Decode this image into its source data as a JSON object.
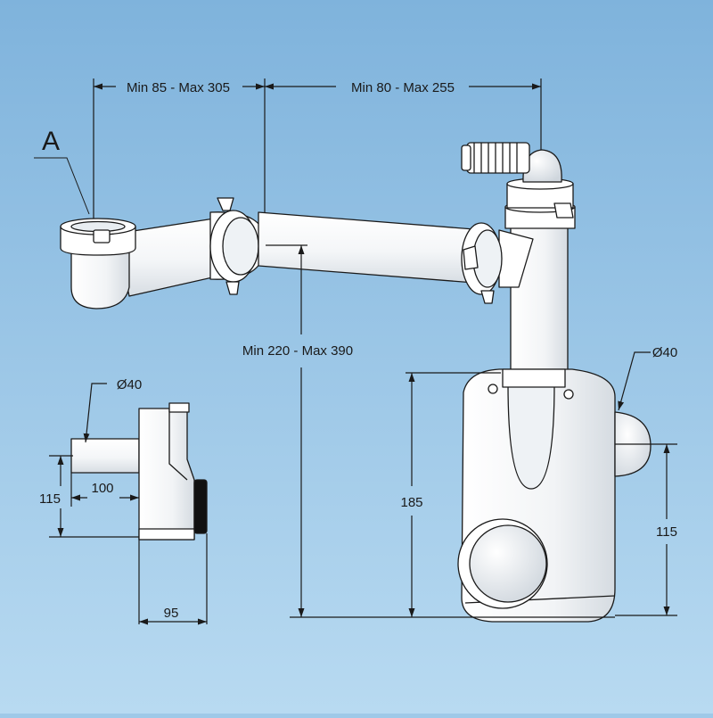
{
  "diagram": {
    "top_dimension_left": "Min 85 - Max 305",
    "top_dimension_right": "Min 80 - Max 255",
    "height_range": "Min 220 - Max 390",
    "height_185": "185",
    "height_115_right": "115",
    "diameter_right": "Ø40",
    "callout_a": "A",
    "side_view": {
      "diameter": "Ø40",
      "height_115": "115",
      "length_100": "100",
      "width_95": "95"
    }
  },
  "colors": {
    "background": "#9fc9e8",
    "part_fill": "#ffffff",
    "line": "#1a1a1a"
  }
}
